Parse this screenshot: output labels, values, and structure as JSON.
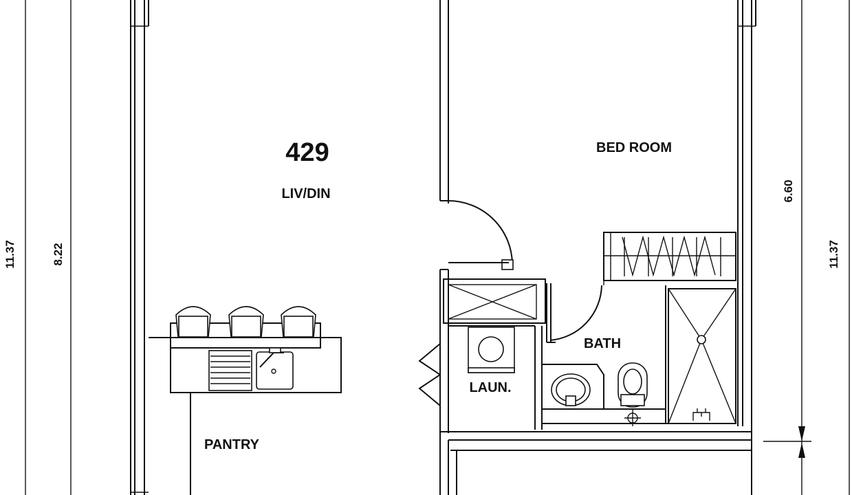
{
  "plan": {
    "unit_number": "429",
    "rooms": {
      "living_dining": "LIV/DIN",
      "bedroom": "BED ROOM",
      "bath": "BATH",
      "laundry": "LAUN.",
      "pantry": "PANTRY"
    },
    "dimensions": {
      "outer_left": "11.37",
      "inner_left": "8.22",
      "bedroom_right": "6.60",
      "outer_right": "11.37"
    }
  },
  "colors": {
    "line": "#111111",
    "background": "#ffffff"
  }
}
